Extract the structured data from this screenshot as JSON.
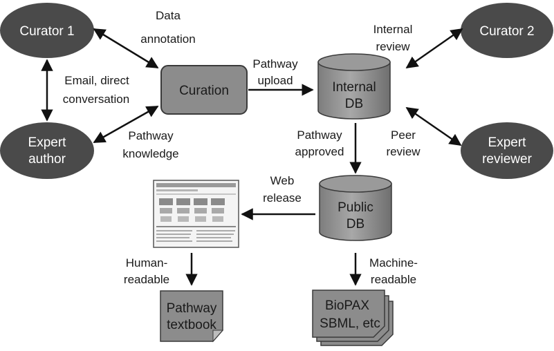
{
  "nodes": {
    "curator1": "Curator 1",
    "curator2": "Curator 2",
    "expert_author": [
      "Expert",
      "author"
    ],
    "expert_reviewer": [
      "Expert",
      "reviewer"
    ],
    "curation": "Curation",
    "internal_db": [
      "Internal",
      "DB"
    ],
    "public_db": [
      "Public",
      "DB"
    ],
    "pathway_textbook": [
      "Pathway",
      "textbook"
    ],
    "biopax": [
      "BioPAX",
      "SBML, etc"
    ]
  },
  "edges": {
    "data_annotation": [
      "Data",
      "annotation"
    ],
    "email_conversation": [
      "Email, direct",
      "conversation"
    ],
    "pathway_knowledge": [
      "Pathway",
      "knowledge"
    ],
    "pathway_upload": [
      "Pathway",
      "upload"
    ],
    "internal_review": [
      "Internal",
      "review"
    ],
    "peer_review": [
      "Peer",
      "review"
    ],
    "pathway_approved": [
      "Pathway",
      "approved"
    ],
    "web_release": [
      "Web",
      "release"
    ],
    "human_readable": [
      "Human-",
      "readable"
    ],
    "machine_readable": [
      "Machine-",
      "readable"
    ]
  },
  "colors": {
    "ellipse": "#4a4a4a",
    "box": "#8c8c8c",
    "text_dark": "#1a1a1a",
    "text_light": "#ffffff"
  }
}
